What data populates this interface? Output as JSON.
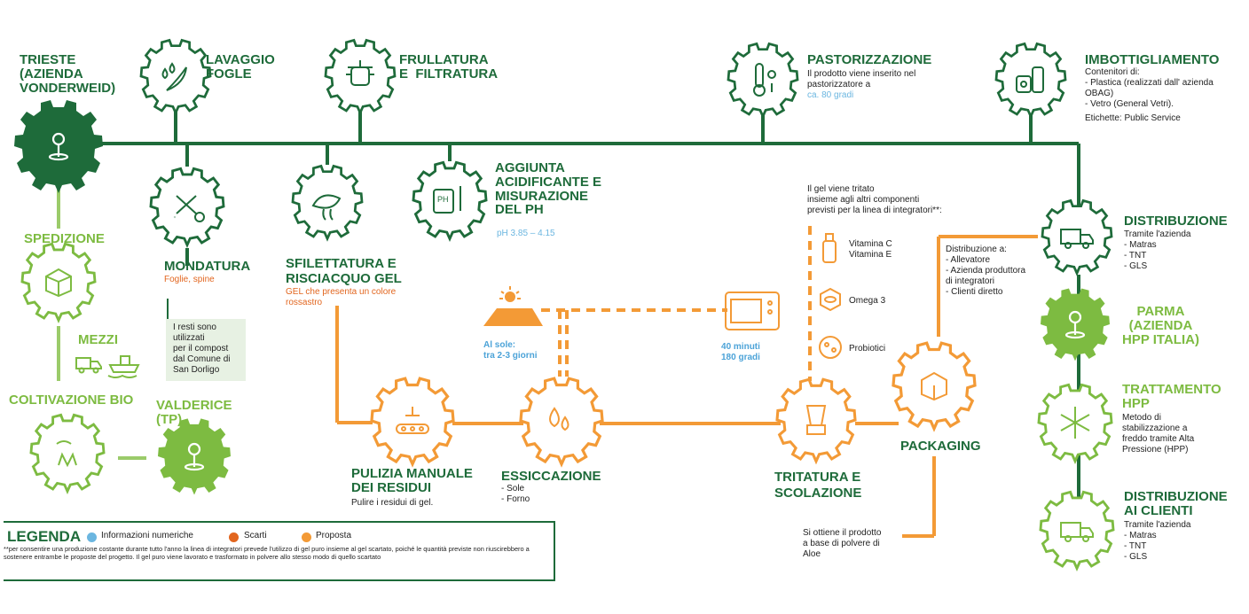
{
  "colors": {
    "dark_green": "#1e6b3a",
    "light_green": "#7dbb41",
    "orange": "#f39a36",
    "scarti": "#e2661f",
    "info": "#6bb6e0"
  },
  "labels": {
    "trieste": "TRIESTE\n(AZIENDA\nVONDERWEID)",
    "lavaggio": "LAVAGGIO\nFOGLE",
    "frullatura": "FRULLATURA\nE  FILTRATURA",
    "pastorizzazione_title": "PASTORIZZAZIONE",
    "pastorizzazione_desc": "Il prodotto viene inserito nel\npastorizzatore a",
    "pastorizzazione_num": "ca. 80 gradi",
    "imbottigliamento_title": "IMBOTTIGLIAMENTO",
    "imbottigliamento_desc": "Contenitori di:\n- Plastica (realizzati dall' azienda\nOBAG)\n- Vetro (General Vetri).",
    "imbottigliamento_etichette": "Etichette: Public Service",
    "aggiunta_title": "AGGIUNTA\nACIDIFICANTE E\nMISURAZIONE\nDEL PH",
    "aggiunta_num": "pH 3.85 – 4.15",
    "mondatura_title": "MONDATURA",
    "mondatura_scarti": "Foglie, spine",
    "resti": "I resti sono\nutilizzati\nper il compost\ndal Comune di\nSan Dorligo",
    "sfilettatura_title": "SFILETTATURA E\nRISCIACQUO GEL",
    "sfilettatura_scarti": "GEL che presenta un colore\nrossastro",
    "spedizione": "SPEDIZIONE",
    "mezzi": "MEZZI",
    "coltivazione": "COLTIVAZIONE BIO",
    "valderice": "VALDERICE\n(TP)",
    "al_sole": "Al sole:\ntra 2-3 giorni",
    "forno": "40 minuti\n180 gradi",
    "gel_tritato": "Il gel viene tritato\ninsieme agli altri componenti\nprevisti per la linea di integratori**:",
    "vitamine": "Vitamina C\nVitamina E",
    "omega": "Omega 3",
    "probiotici": "Probiotici",
    "distribuzione_a": "Distribuzione a:\n- Allevatore\n- Azienda produttora\ndi integratori\n- Clienti diretto",
    "distribuzione_title": "DISTRIBUZIONE",
    "distribuzione_desc": "Tramite l'azienda\n- Matras\n- TNT\n- GLS",
    "parma": "PARMA\n(AZIENDA\nHPP ITALIA)",
    "trattamento_title": "TRATTAMENTO\nHPP",
    "trattamento_desc": "Metodo di\nstabilizzazione a\nfreddo tramite Alta\nPressione (HPP)",
    "distribuzione_clienti_title": "DISTRIBUZIONE\nAI CLIENTI",
    "distribuzione_clienti_desc": "Tramite l'azienda\n- Matras\n- TNT\n- GLS",
    "pulizia_title": "PULIZIA MANUALE\nDEI RESIDUI",
    "pulizia_desc": "Pulire i residui di gel.",
    "essiccazione_title": "ESSICCAZIONE",
    "essiccazione_desc": "- Sole\n- Forno",
    "tritatura_title": "TRITATURA E\nSCOLAZIONE",
    "packaging": "PACKAGING",
    "polvere": "Si ottiene il prodotto\na base di polvere di\nAloe"
  },
  "legend": {
    "title": "LEGENDA",
    "items": [
      {
        "label": "Informazioni numeriche",
        "color": "#6bb6e0"
      },
      {
        "label": "Scarti",
        "color": "#e2661f"
      },
      {
        "label": "Proposta",
        "color": "#f39a36"
      }
    ],
    "note": "**per consentire una produzione costante durante tutto l'anno la linea di integratori prevede l'utilizzo di gel puro insieme al gel scartato, poiché le quantità previste non riuscirebbero a sostenere entrambe le proposte del progetto. Il gel puro viene lavorato e trasformato in polvere allo stesso modo di quello scartato"
  },
  "nodes": [
    {
      "id": "trieste",
      "icon": "location-pin-icon",
      "variant": "dark-filled"
    },
    {
      "id": "lavaggio",
      "icon": "water-leaf-icon",
      "variant": "dark-outline"
    },
    {
      "id": "frullatura",
      "icon": "blender-pot-icon",
      "variant": "dark-outline"
    },
    {
      "id": "pastorizzazione",
      "icon": "thermometer-icon",
      "variant": "dark-outline"
    },
    {
      "id": "imbottigliamento",
      "icon": "bottles-icon",
      "variant": "dark-outline"
    },
    {
      "id": "mondatura",
      "icon": "scissors-icon",
      "variant": "dark-outline"
    },
    {
      "id": "sfilettatura",
      "icon": "gel-hand-icon",
      "variant": "dark-outline"
    },
    {
      "id": "aggiunta",
      "icon": "ph-meter-icon",
      "variant": "dark-outline"
    },
    {
      "id": "spedizione",
      "icon": "box-icon",
      "variant": "light-outline"
    },
    {
      "id": "coltivazione",
      "icon": "plant-hand-icon",
      "variant": "light-outline"
    },
    {
      "id": "valderice",
      "icon": "location-pin-icon",
      "variant": "light-filled"
    },
    {
      "id": "distribuzione",
      "icon": "truck-icon",
      "variant": "dark-outline"
    },
    {
      "id": "parma",
      "icon": "location-pin-icon",
      "variant": "light-filled"
    },
    {
      "id": "trattamento",
      "icon": "snowflake-icon",
      "variant": "light-outline"
    },
    {
      "id": "distribuzione_clienti",
      "icon": "truck-icon",
      "variant": "light-outline"
    },
    {
      "id": "pulizia",
      "icon": "conveyor-icon",
      "variant": "orange-outline"
    },
    {
      "id": "essiccazione",
      "icon": "drops-icon",
      "variant": "orange-outline"
    },
    {
      "id": "tritatura",
      "icon": "blender-icon",
      "variant": "orange-outline"
    },
    {
      "id": "packaging",
      "icon": "package-icon",
      "variant": "orange-outline"
    }
  ]
}
